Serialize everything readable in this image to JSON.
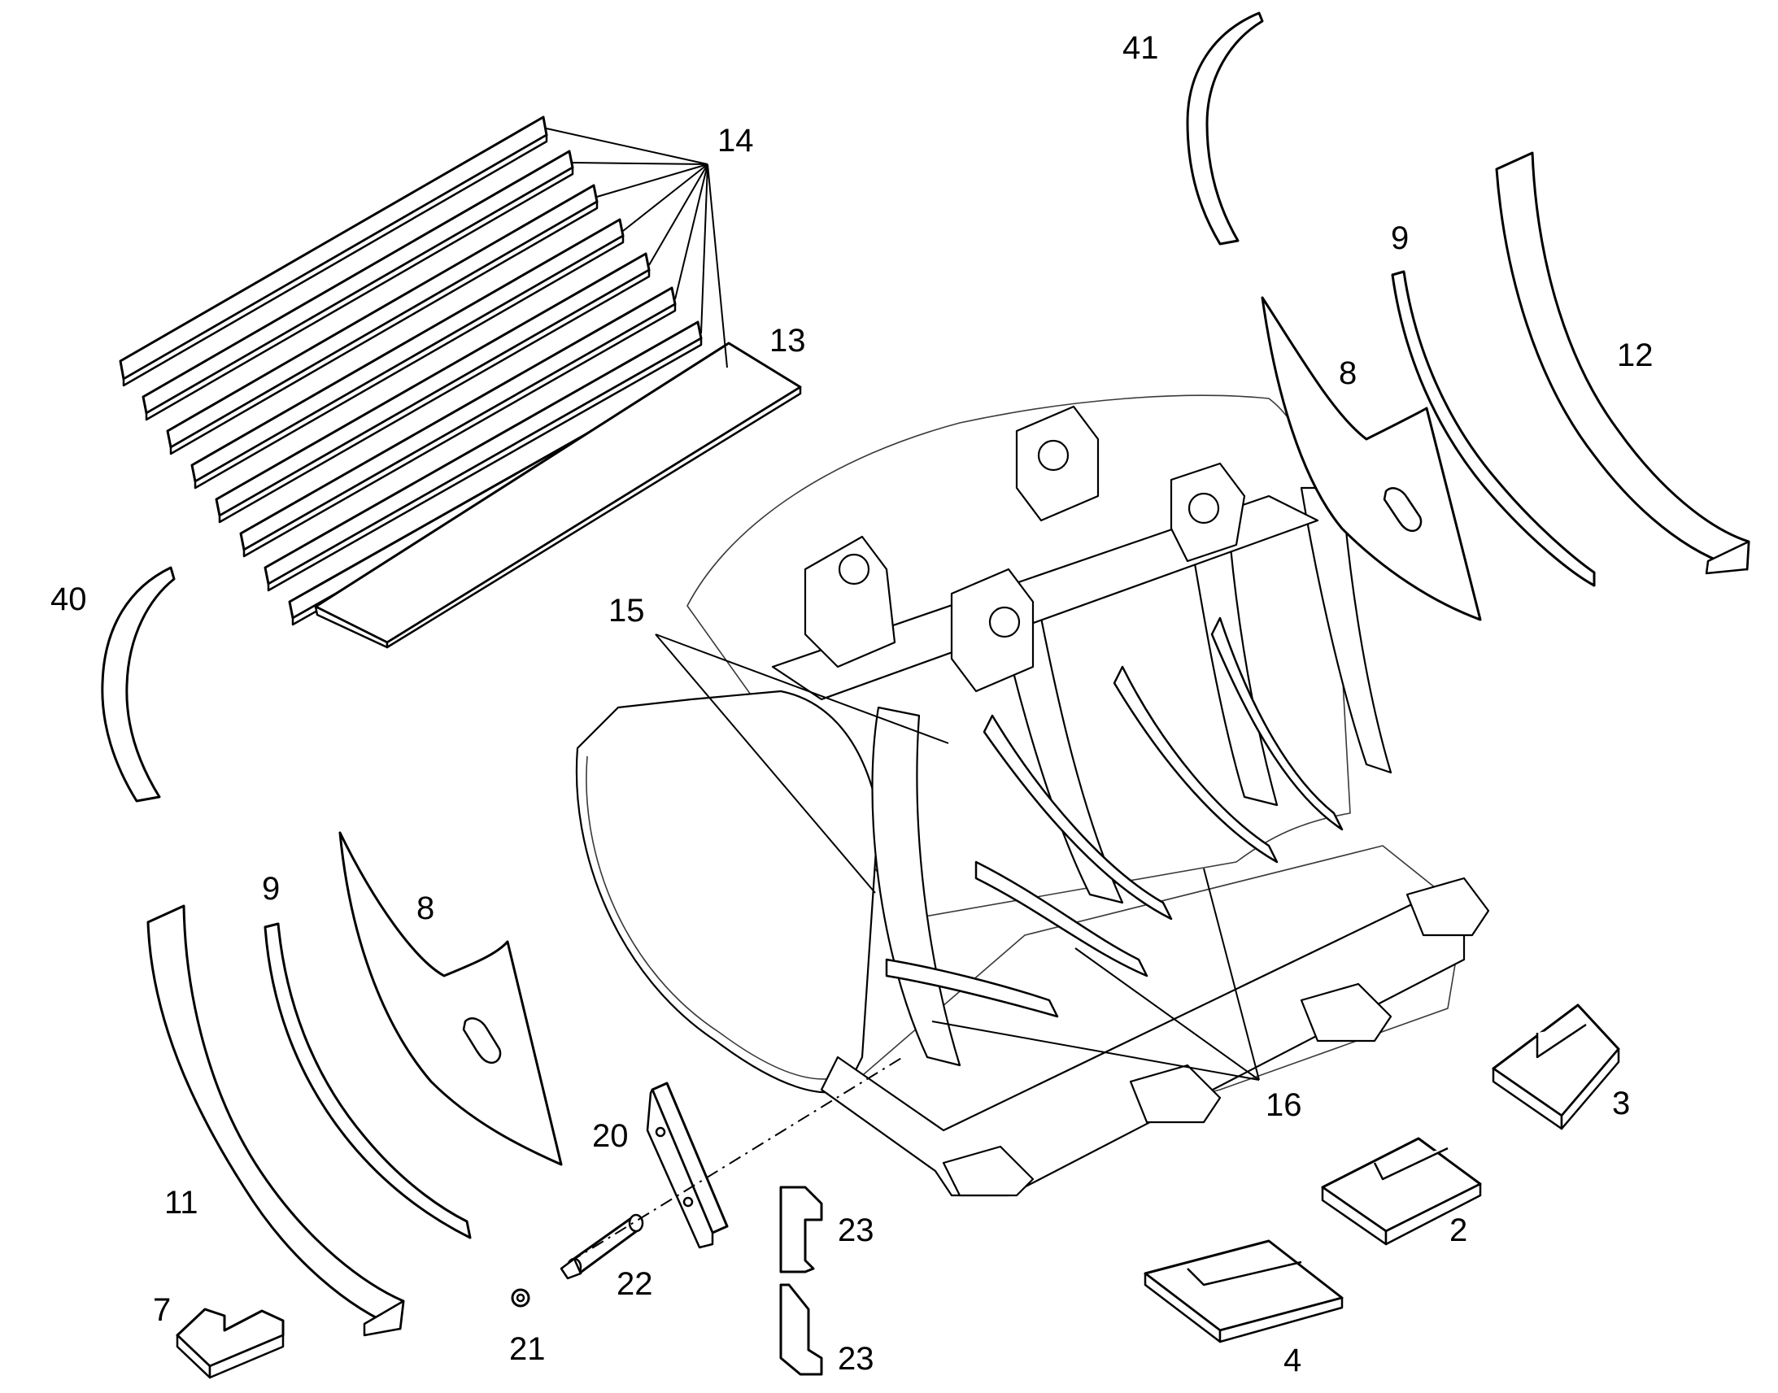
{
  "diagram": {
    "type": "exploded-parts-view",
    "subject": "bucket wear parts",
    "colors": {
      "line": "#000000",
      "ghost_line": "#3a3a3a",
      "background": "#ffffff"
    }
  },
  "callouts": {
    "c41": "41",
    "c14": "14",
    "c13": "13",
    "c40": "40",
    "c9a": "9",
    "c8a": "8",
    "c12": "12",
    "c15": "15",
    "c9b": "9",
    "c8b": "8",
    "c11": "11",
    "c20": "20",
    "c16": "16",
    "c3": "3",
    "c23a": "23",
    "c2": "2",
    "c22": "22",
    "c7": "7",
    "c21": "21",
    "c4": "4",
    "c23b": "23"
  }
}
